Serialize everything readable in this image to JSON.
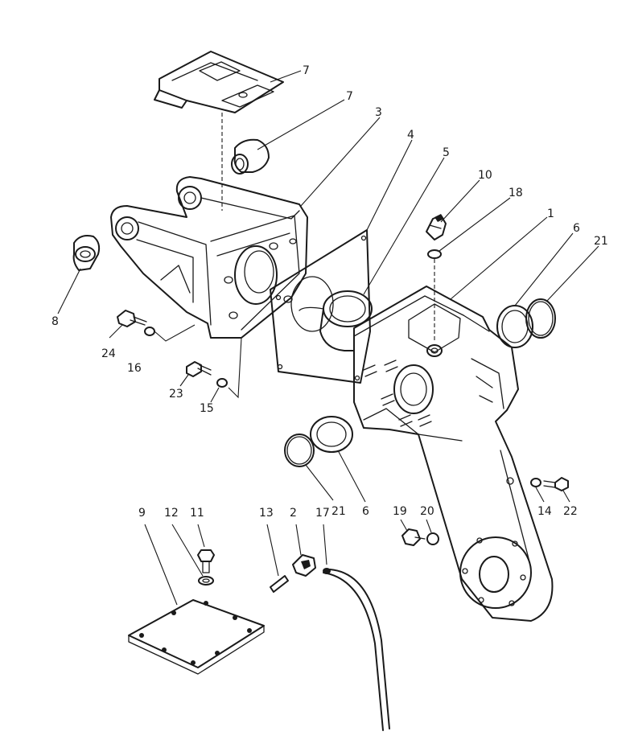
{
  "callouts": [
    {
      "id": "c1",
      "text": "1"
    },
    {
      "id": "c2",
      "text": "2"
    },
    {
      "id": "c3",
      "text": "3"
    },
    {
      "id": "c4",
      "text": "4"
    },
    {
      "id": "c5",
      "text": "5"
    },
    {
      "id": "c6a",
      "text": "6"
    },
    {
      "id": "c6b",
      "text": "6"
    },
    {
      "id": "c7a",
      "text": "7"
    },
    {
      "id": "c7b",
      "text": "7"
    },
    {
      "id": "c8",
      "text": "8"
    },
    {
      "id": "c9",
      "text": "9"
    },
    {
      "id": "c10",
      "text": "10"
    },
    {
      "id": "c11",
      "text": "11"
    },
    {
      "id": "c12",
      "text": "12"
    },
    {
      "id": "c13",
      "text": "13"
    },
    {
      "id": "c14",
      "text": "14"
    },
    {
      "id": "c15",
      "text": "15"
    },
    {
      "id": "c16",
      "text": "16"
    },
    {
      "id": "c17",
      "text": "17"
    },
    {
      "id": "c18",
      "text": "18"
    },
    {
      "id": "c19",
      "text": "19"
    },
    {
      "id": "c20",
      "text": "20"
    },
    {
      "id": "c21a",
      "text": "21"
    },
    {
      "id": "c21b",
      "text": "21"
    },
    {
      "id": "c22",
      "text": "22"
    },
    {
      "id": "c23",
      "text": "23"
    },
    {
      "id": "c24",
      "text": "24"
    }
  ]
}
